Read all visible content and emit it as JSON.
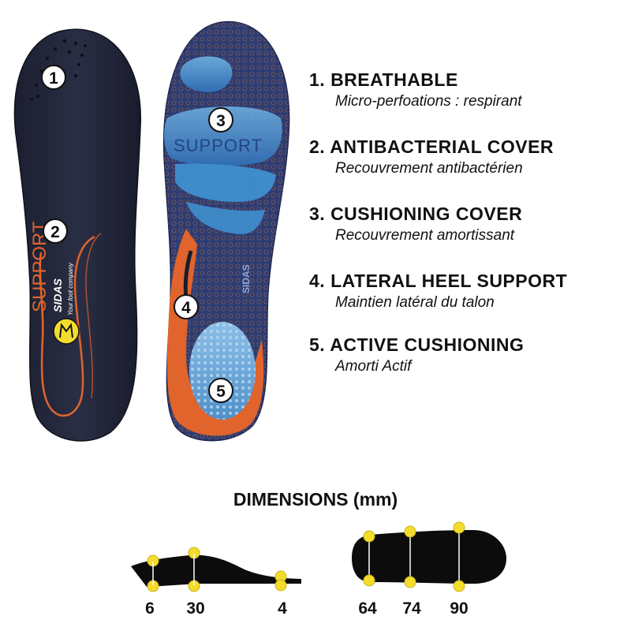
{
  "features": [
    {
      "number": "1",
      "title": "1. BREATHABLE",
      "subtitle": "Micro-perfoations : respirant"
    },
    {
      "number": "2",
      "title": "2. ANTIBACTERIAL COVER",
      "subtitle": "Recouvrement antibactérien"
    },
    {
      "number": "3",
      "title": "3. CUSHIONING COVER",
      "subtitle": "Recouvrement amortissant"
    },
    {
      "number": "4",
      "title": "4. LATERAL HEEL SUPPORT",
      "subtitle": "Maintien latéral du talon"
    },
    {
      "number": "5",
      "title": "5. ACTIVE CUSHIONING",
      "subtitle": "Amorti Actif"
    }
  ],
  "insole_top": {
    "brand_word": "SUPPORT",
    "logo_text": "SIDAS",
    "tagline": "Your foot company"
  },
  "insole_bottom": {
    "support_word": "SUPPORT",
    "logo_text": "SIDAS"
  },
  "dimensions": {
    "title": "DIMENSIONS (mm)",
    "side_values": [
      "6",
      "30",
      "4"
    ],
    "top_values": [
      "64",
      "74",
      "90"
    ]
  },
  "colors": {
    "insole_top": "#232638",
    "accent_orange": "#e0642c",
    "gel_blue": "#3f8fd0",
    "marker_yellow": "#f3dc2c"
  }
}
